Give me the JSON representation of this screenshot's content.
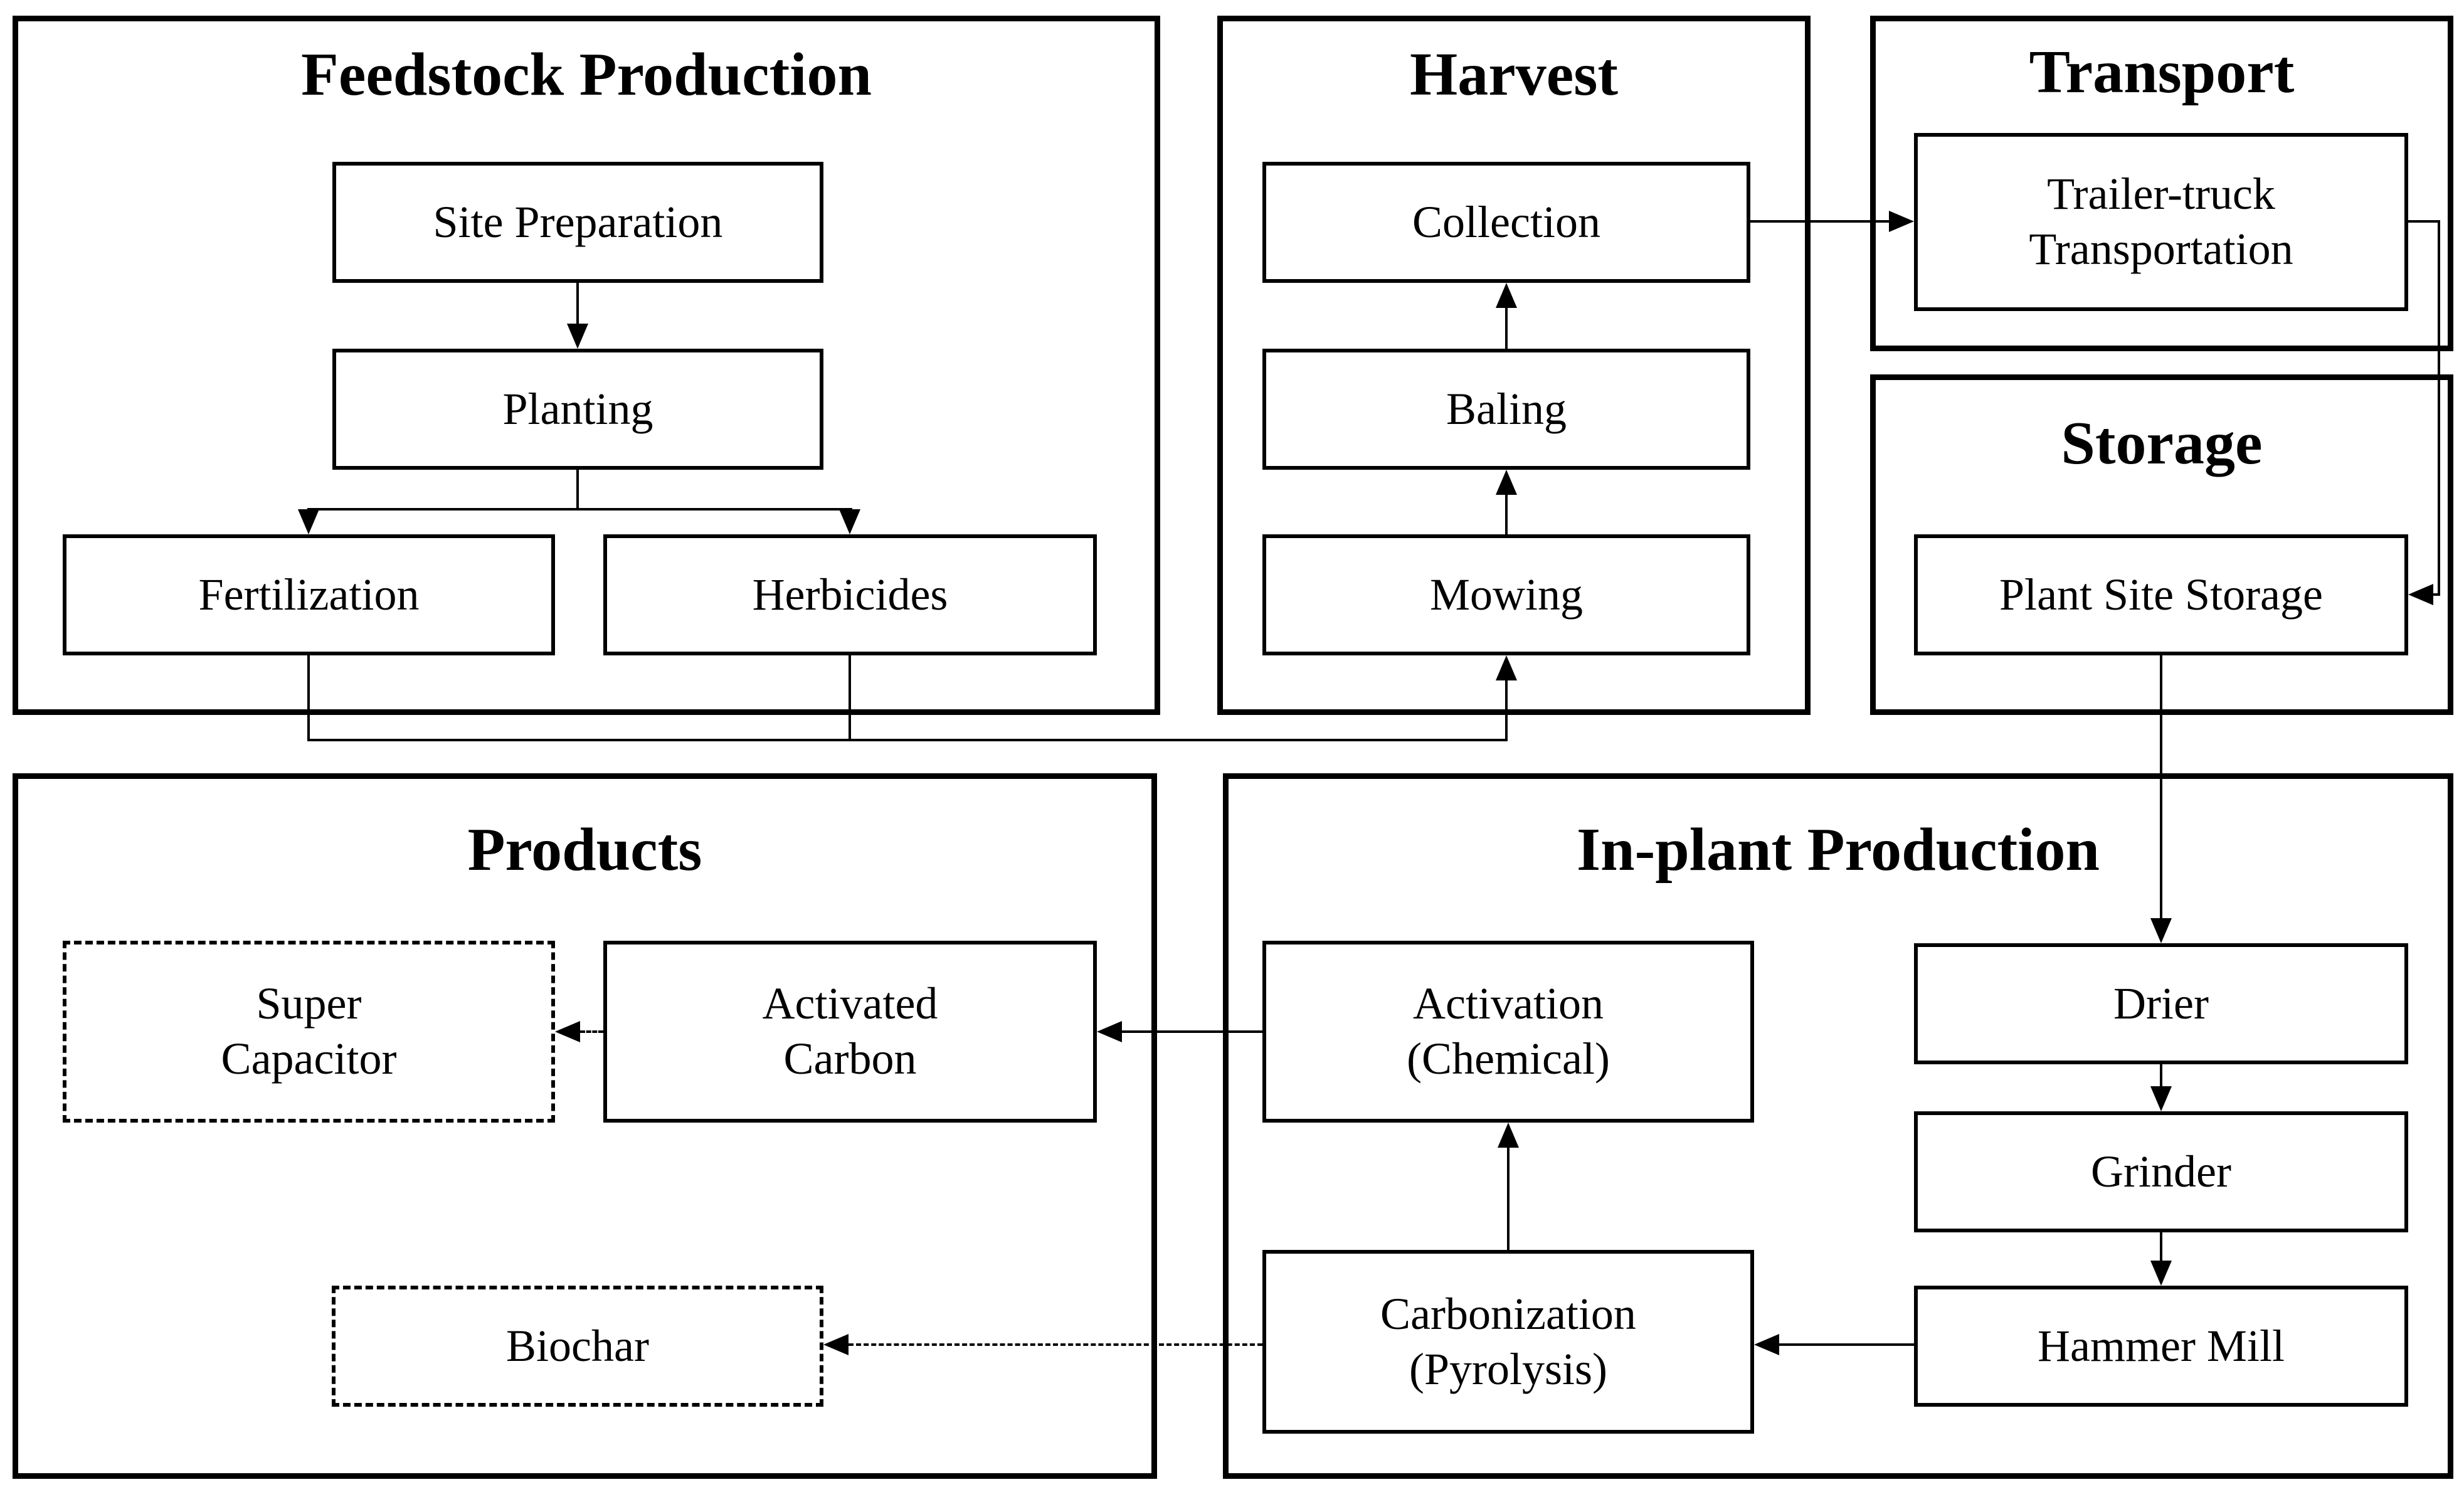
{
  "colors": {
    "ink": "#000000",
    "background": "#ffffff"
  },
  "panels": {
    "feedstock": {
      "title": "Feedstock Production"
    },
    "harvest": {
      "title": "Harvest"
    },
    "transport": {
      "title": "Transport"
    },
    "storage": {
      "title": "Storage"
    },
    "products": {
      "title": "Products"
    },
    "inplant": {
      "title": "In-plant Production"
    }
  },
  "nodes": {
    "site_preparation": {
      "label": "Site Preparation",
      "border": "solid"
    },
    "planting": {
      "label": "Planting",
      "border": "solid"
    },
    "fertilization": {
      "label": "Fertilization",
      "border": "solid"
    },
    "herbicides": {
      "label": "Herbicides",
      "border": "solid"
    },
    "collection": {
      "label": "Collection",
      "border": "solid"
    },
    "baling": {
      "label": "Baling",
      "border": "solid"
    },
    "mowing": {
      "label": "Mowing",
      "border": "solid"
    },
    "trailer_truck": {
      "line1": "Trailer-truck",
      "line2": "Transportation",
      "border": "solid"
    },
    "plant_site_storage": {
      "label": "Plant Site Storage",
      "border": "solid"
    },
    "super_capacitor": {
      "line1": "Super",
      "line2": "Capacitor",
      "border": "dashed"
    },
    "activated_carbon": {
      "line1": "Activated",
      "line2": "Carbon",
      "border": "solid"
    },
    "biochar": {
      "label": "Biochar",
      "border": "dashed"
    },
    "activation": {
      "line1": "Activation",
      "line2": "(Chemical)",
      "border": "solid"
    },
    "carbonization": {
      "line1": "Carbonization",
      "line2": "(Pyrolysis)",
      "border": "solid"
    },
    "drier": {
      "label": "Drier",
      "border": "solid"
    },
    "grinder": {
      "label": "Grinder",
      "border": "solid"
    },
    "hammer_mill": {
      "label": "Hammer Mill",
      "border": "solid"
    }
  },
  "connections": [
    {
      "from": "site_preparation",
      "to": "planting",
      "style": "solid"
    },
    {
      "from": "planting",
      "to": "fertilization",
      "style": "solid"
    },
    {
      "from": "planting",
      "to": "herbicides",
      "style": "solid"
    },
    {
      "from": "fertilization",
      "to": "mowing",
      "style": "solid"
    },
    {
      "from": "herbicides",
      "to": "mowing",
      "style": "solid"
    },
    {
      "from": "mowing",
      "to": "baling",
      "style": "solid"
    },
    {
      "from": "baling",
      "to": "collection",
      "style": "solid"
    },
    {
      "from": "collection",
      "to": "trailer_truck",
      "style": "solid"
    },
    {
      "from": "trailer_truck",
      "to": "plant_site_storage",
      "style": "solid"
    },
    {
      "from": "plant_site_storage",
      "to": "drier",
      "style": "solid"
    },
    {
      "from": "drier",
      "to": "grinder",
      "style": "solid"
    },
    {
      "from": "grinder",
      "to": "hammer_mill",
      "style": "solid"
    },
    {
      "from": "hammer_mill",
      "to": "carbonization",
      "style": "solid"
    },
    {
      "from": "carbonization",
      "to": "activation",
      "style": "solid"
    },
    {
      "from": "activation",
      "to": "activated_carbon",
      "style": "solid"
    },
    {
      "from": "activated_carbon",
      "to": "super_capacitor",
      "style": "dashed"
    },
    {
      "from": "carbonization",
      "to": "biochar",
      "style": "dashed"
    }
  ]
}
